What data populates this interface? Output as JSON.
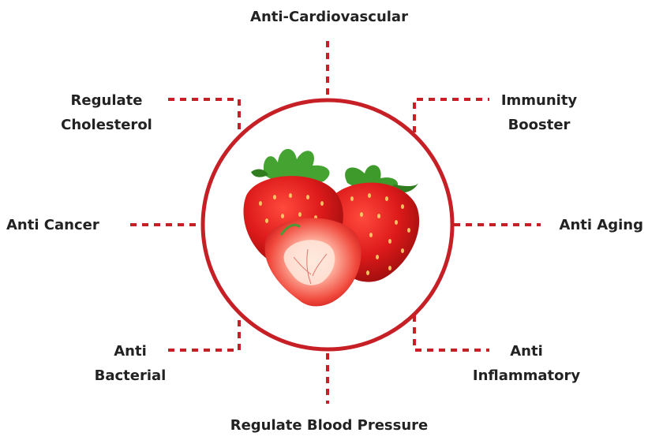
{
  "colors": {
    "accent": "#c62026",
    "text": "#222222"
  },
  "benefits": {
    "top": "Anti-Cardiovascular",
    "top_left": [
      "Regulate",
      "Cholesterol"
    ],
    "top_right": [
      "Immunity",
      "Booster"
    ],
    "left": "Anti Cancer",
    "right": "Anti Aging",
    "bottom_left": [
      "Anti",
      "Bacterial"
    ],
    "bottom_right": [
      "Anti",
      "Inflammatory"
    ],
    "bottom": "Regulate Blood Pressure"
  }
}
